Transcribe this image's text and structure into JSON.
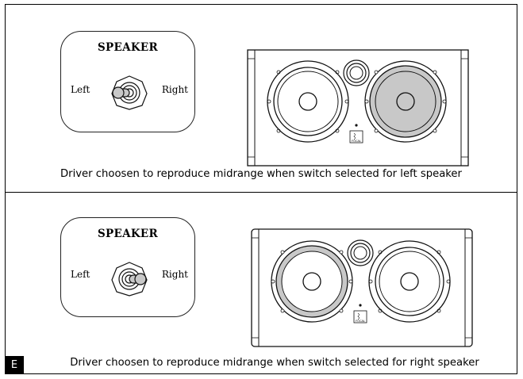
{
  "panels": [
    {
      "switch": {
        "title": "SPEAKER",
        "left_label": "Left",
        "right_label": "Right",
        "position": "left"
      },
      "highlighted_driver": "right-woofer",
      "caption": "Driver choosen to reproduce midrange when switch selected for left speaker"
    },
    {
      "switch": {
        "title": "SPEAKER",
        "left_label": "Left",
        "right_label": "Right",
        "position": "right"
      },
      "highlighted_driver": "left-woofer",
      "caption": "Driver choosen to reproduce midrange when switch selected for right speaker"
    }
  ],
  "section_label": "E",
  "speaker_logo_text": "FOCAL",
  "colors": {
    "highlight": "#c8c8c8",
    "line": "#111111",
    "tab_bg": "#000000"
  }
}
